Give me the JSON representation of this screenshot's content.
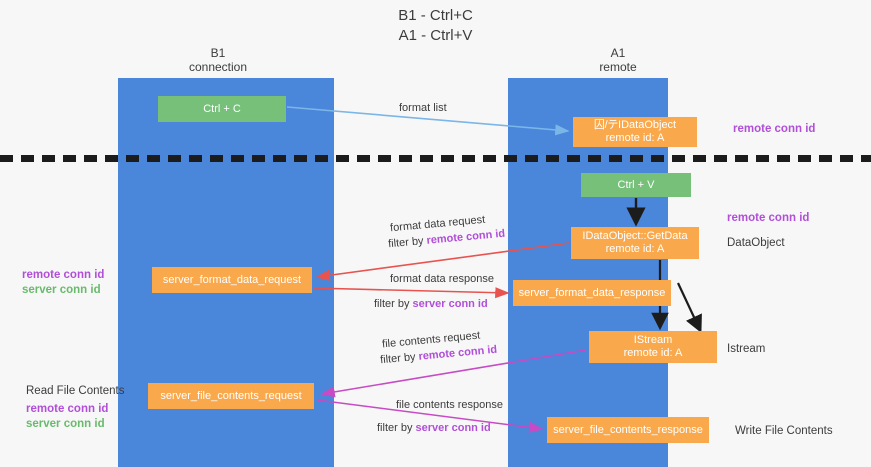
{
  "title": {
    "line1": "B1 - Ctrl+C",
    "line2": "A1 - Ctrl+V"
  },
  "colors": {
    "lane": "#4a86d9",
    "node_orange": "#f9a94c",
    "node_green": "#76c07a",
    "remote_conn_id": "#b14fd8",
    "server_conn_id": "#6aba6e",
    "edge_format_list": "#7ab6e8",
    "edge_format_data": "#e8534f",
    "edge_file_contents": "#c64bc4",
    "edge_black": "#1c1c1c",
    "background": "#f7f7f7"
  },
  "lanes": [
    {
      "id": "b1",
      "title": "B1",
      "subtitle": "connection"
    },
    {
      "id": "a1",
      "title": "A1",
      "subtitle": "remote"
    }
  ],
  "nodes": [
    {
      "id": "ctrl-c",
      "label": "Ctrl + C",
      "sub": "",
      "color": "green"
    },
    {
      "id": "idataobject",
      "label": "IDataObject",
      "sub": "remote id: A",
      "color": "orange",
      "prefix": "囚/テ"
    },
    {
      "id": "ctrl-v",
      "label": "Ctrl + V",
      "sub": "",
      "color": "green"
    },
    {
      "id": "getdata",
      "label": "IDataObject::GetData",
      "sub": "remote id: A",
      "color": "orange"
    },
    {
      "id": "server-format-data-request",
      "label": "server_format_data_request",
      "sub": "",
      "color": "orange"
    },
    {
      "id": "server-format-data-response",
      "label": "server_format_data_response",
      "sub": "",
      "color": "orange"
    },
    {
      "id": "istream",
      "label": "IStream",
      "sub": "remote id: A",
      "color": "orange"
    },
    {
      "id": "server-file-contents-request",
      "label": "server_file_contents_request",
      "sub": "",
      "color": "orange"
    },
    {
      "id": "server-file-contents-response",
      "label": "server_file_contents_response",
      "sub": "",
      "color": "orange"
    }
  ],
  "edges": [
    {
      "id": "format-list",
      "label": "format list",
      "filter": "",
      "filter_prefix": ""
    },
    {
      "id": "format-data-request",
      "label": "format data request",
      "filter": "remote conn id",
      "filter_prefix": "filter by "
    },
    {
      "id": "format-data-response",
      "label": "format data response",
      "filter": "server conn id",
      "filter_prefix": "filter by "
    },
    {
      "id": "file-contents-request",
      "label": "file contents request",
      "filter": "remote conn id",
      "filter_prefix": "filter by "
    },
    {
      "id": "file-contents-response",
      "label": "file contents response",
      "filter": "server conn id",
      "filter_prefix": "filter by "
    }
  ],
  "annotations": {
    "right": [
      {
        "id": "remote-conn-id-top",
        "text": "remote conn id",
        "style": "purple"
      },
      {
        "id": "remote-conn-id-middle",
        "text": "remote conn id",
        "style": "purple"
      },
      {
        "id": "dataobject",
        "text": "DataObject",
        "style": "plain"
      },
      {
        "id": "istream",
        "text": "Istream",
        "style": "plain"
      },
      {
        "id": "write-file-contents",
        "text": "Write File Contents",
        "style": "plain"
      }
    ],
    "left": [
      {
        "id": "remote-conn-id-1",
        "text": "remote conn id",
        "style": "purple"
      },
      {
        "id": "server-conn-id-1",
        "text": "server conn id",
        "style": "green"
      },
      {
        "id": "read-file-contents",
        "text": "Read File Contents",
        "style": "plain"
      },
      {
        "id": "remote-conn-id-2",
        "text": "remote conn id",
        "style": "purple"
      },
      {
        "id": "server-conn-id-2",
        "text": "server conn id",
        "style": "green"
      }
    ]
  }
}
